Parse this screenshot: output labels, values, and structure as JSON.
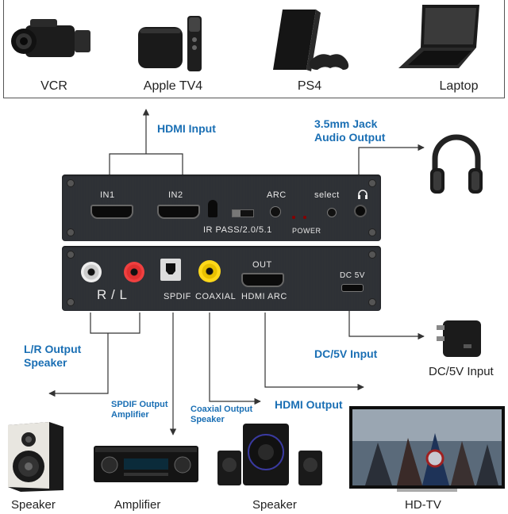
{
  "sources": {
    "vcr": "VCR",
    "apple_tv": "Apple TV4",
    "ps4": "PS4",
    "laptop": "Laptop"
  },
  "callouts": {
    "hdmi_input": "HDMI Input",
    "jack_line1": "3.5mm Jack",
    "jack_line2": "Audio Output",
    "lr_line1": "L/R Output",
    "lr_line2": "Speaker",
    "dc_input": "DC/5V Input",
    "spdif_line1": "SPDIF Output",
    "spdif_line2": "Amplifier",
    "coax_line1": "Coaxial Output",
    "coax_line2": "Speaker",
    "hdmi_output": "HDMI Output"
  },
  "front_panel": {
    "in1": "IN1",
    "in2": "IN2",
    "arc": "ARC",
    "select": "select",
    "mode": "IR PASS/2.0/5.1",
    "power": "POWER"
  },
  "back_panel": {
    "rl": "R / L",
    "spdif": "SPDIF",
    "coaxial": "COAXIAL",
    "out": "OUT",
    "hdmi_arc": "HDMI ARC",
    "dc5v": "DC 5V"
  },
  "devices": {
    "speaker_left": "Speaker",
    "amplifier": "Amplifier",
    "speaker_mid": "Speaker",
    "hdtv": "HD-TV",
    "adapter": "DC/5V Input"
  },
  "colors": {
    "accent": "#1a6fb4",
    "panel": "#2e3034"
  }
}
